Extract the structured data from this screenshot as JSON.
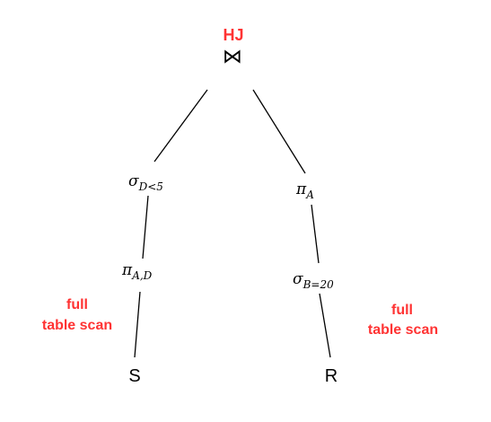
{
  "root": {
    "label": "HJ",
    "symbol": "⋈"
  },
  "left_branch": {
    "select": {
      "symbol": "σ",
      "subscript": "D<5"
    },
    "project": {
      "symbol": "π",
      "subscript": "A,D"
    },
    "scan_label_line1": "full",
    "scan_label_line2": "table scan",
    "leaf": "S"
  },
  "right_branch": {
    "project": {
      "symbol": "π",
      "subscript": "A"
    },
    "select": {
      "symbol": "σ",
      "subscript": "B=20"
    },
    "scan_label_line1": "full",
    "scan_label_line2": "table scan",
    "leaf": "R"
  },
  "colors": {
    "annotation": "#ff3333",
    "edges": "#000000"
  }
}
